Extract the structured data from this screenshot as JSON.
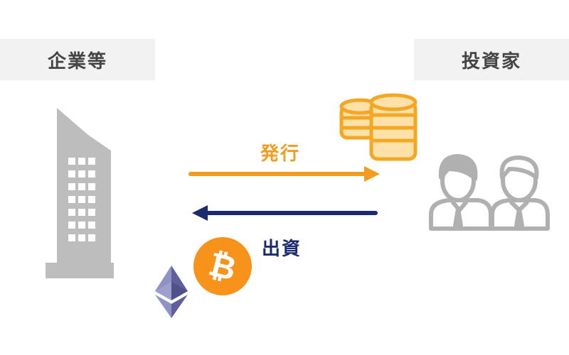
{
  "labels": {
    "company": "企業等",
    "investor": "投資家",
    "issue": "発行",
    "invest": "出資"
  },
  "colors": {
    "label_bg": "#f2f2f2",
    "label_text": "#444444",
    "building_gray": "#bdbdbd",
    "issue_arrow": "#f39c1f",
    "invest_arrow": "#1e2a6e",
    "coin_orange": "#f5a623",
    "coin_light": "#fde1a8",
    "bitcoin_orange": "#f7931a",
    "ethereum_purple": "#7b7fb6",
    "person_gray": "#b0b0b0"
  },
  "icons": {
    "building": "building-icon",
    "coins": "coin-stack-icon",
    "investors": "investors-icon",
    "bitcoin": "bitcoin-icon",
    "ethereum": "ethereum-icon"
  }
}
